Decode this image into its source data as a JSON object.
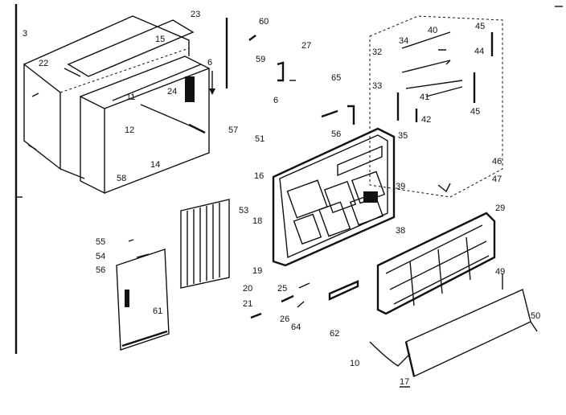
{
  "callouts": {
    "c3": "3",
    "c22": "22",
    "c23": "23",
    "c15": "15",
    "c60": "60",
    "c6a": "6",
    "c59": "59",
    "c27": "27",
    "c6b": "6",
    "c11": "11",
    "c24": "24",
    "c12": "12",
    "c65": "65",
    "c32": "32",
    "c34": "34",
    "c40": "40",
    "c45a": "45",
    "c44": "44",
    "c33": "33",
    "c41": "41",
    "c45b": "45",
    "c42": "42",
    "c56a": "56",
    "c35": "35",
    "c57": "57",
    "c51": "51",
    "c14": "14",
    "c58": "58",
    "c16": "16",
    "c46": "46",
    "c47": "47",
    "c39": "39",
    "c53": "53",
    "c18": "18",
    "c38": "38",
    "c29": "29",
    "c55": "55",
    "c54": "54",
    "c56b": "56",
    "c19": "19",
    "c49": "49",
    "c20": "20",
    "c25": "25",
    "c21": "21",
    "c26": "26",
    "c64": "64",
    "c61": "61",
    "c62": "62",
    "c50": "50",
    "c10": "10",
    "c17": "17"
  }
}
